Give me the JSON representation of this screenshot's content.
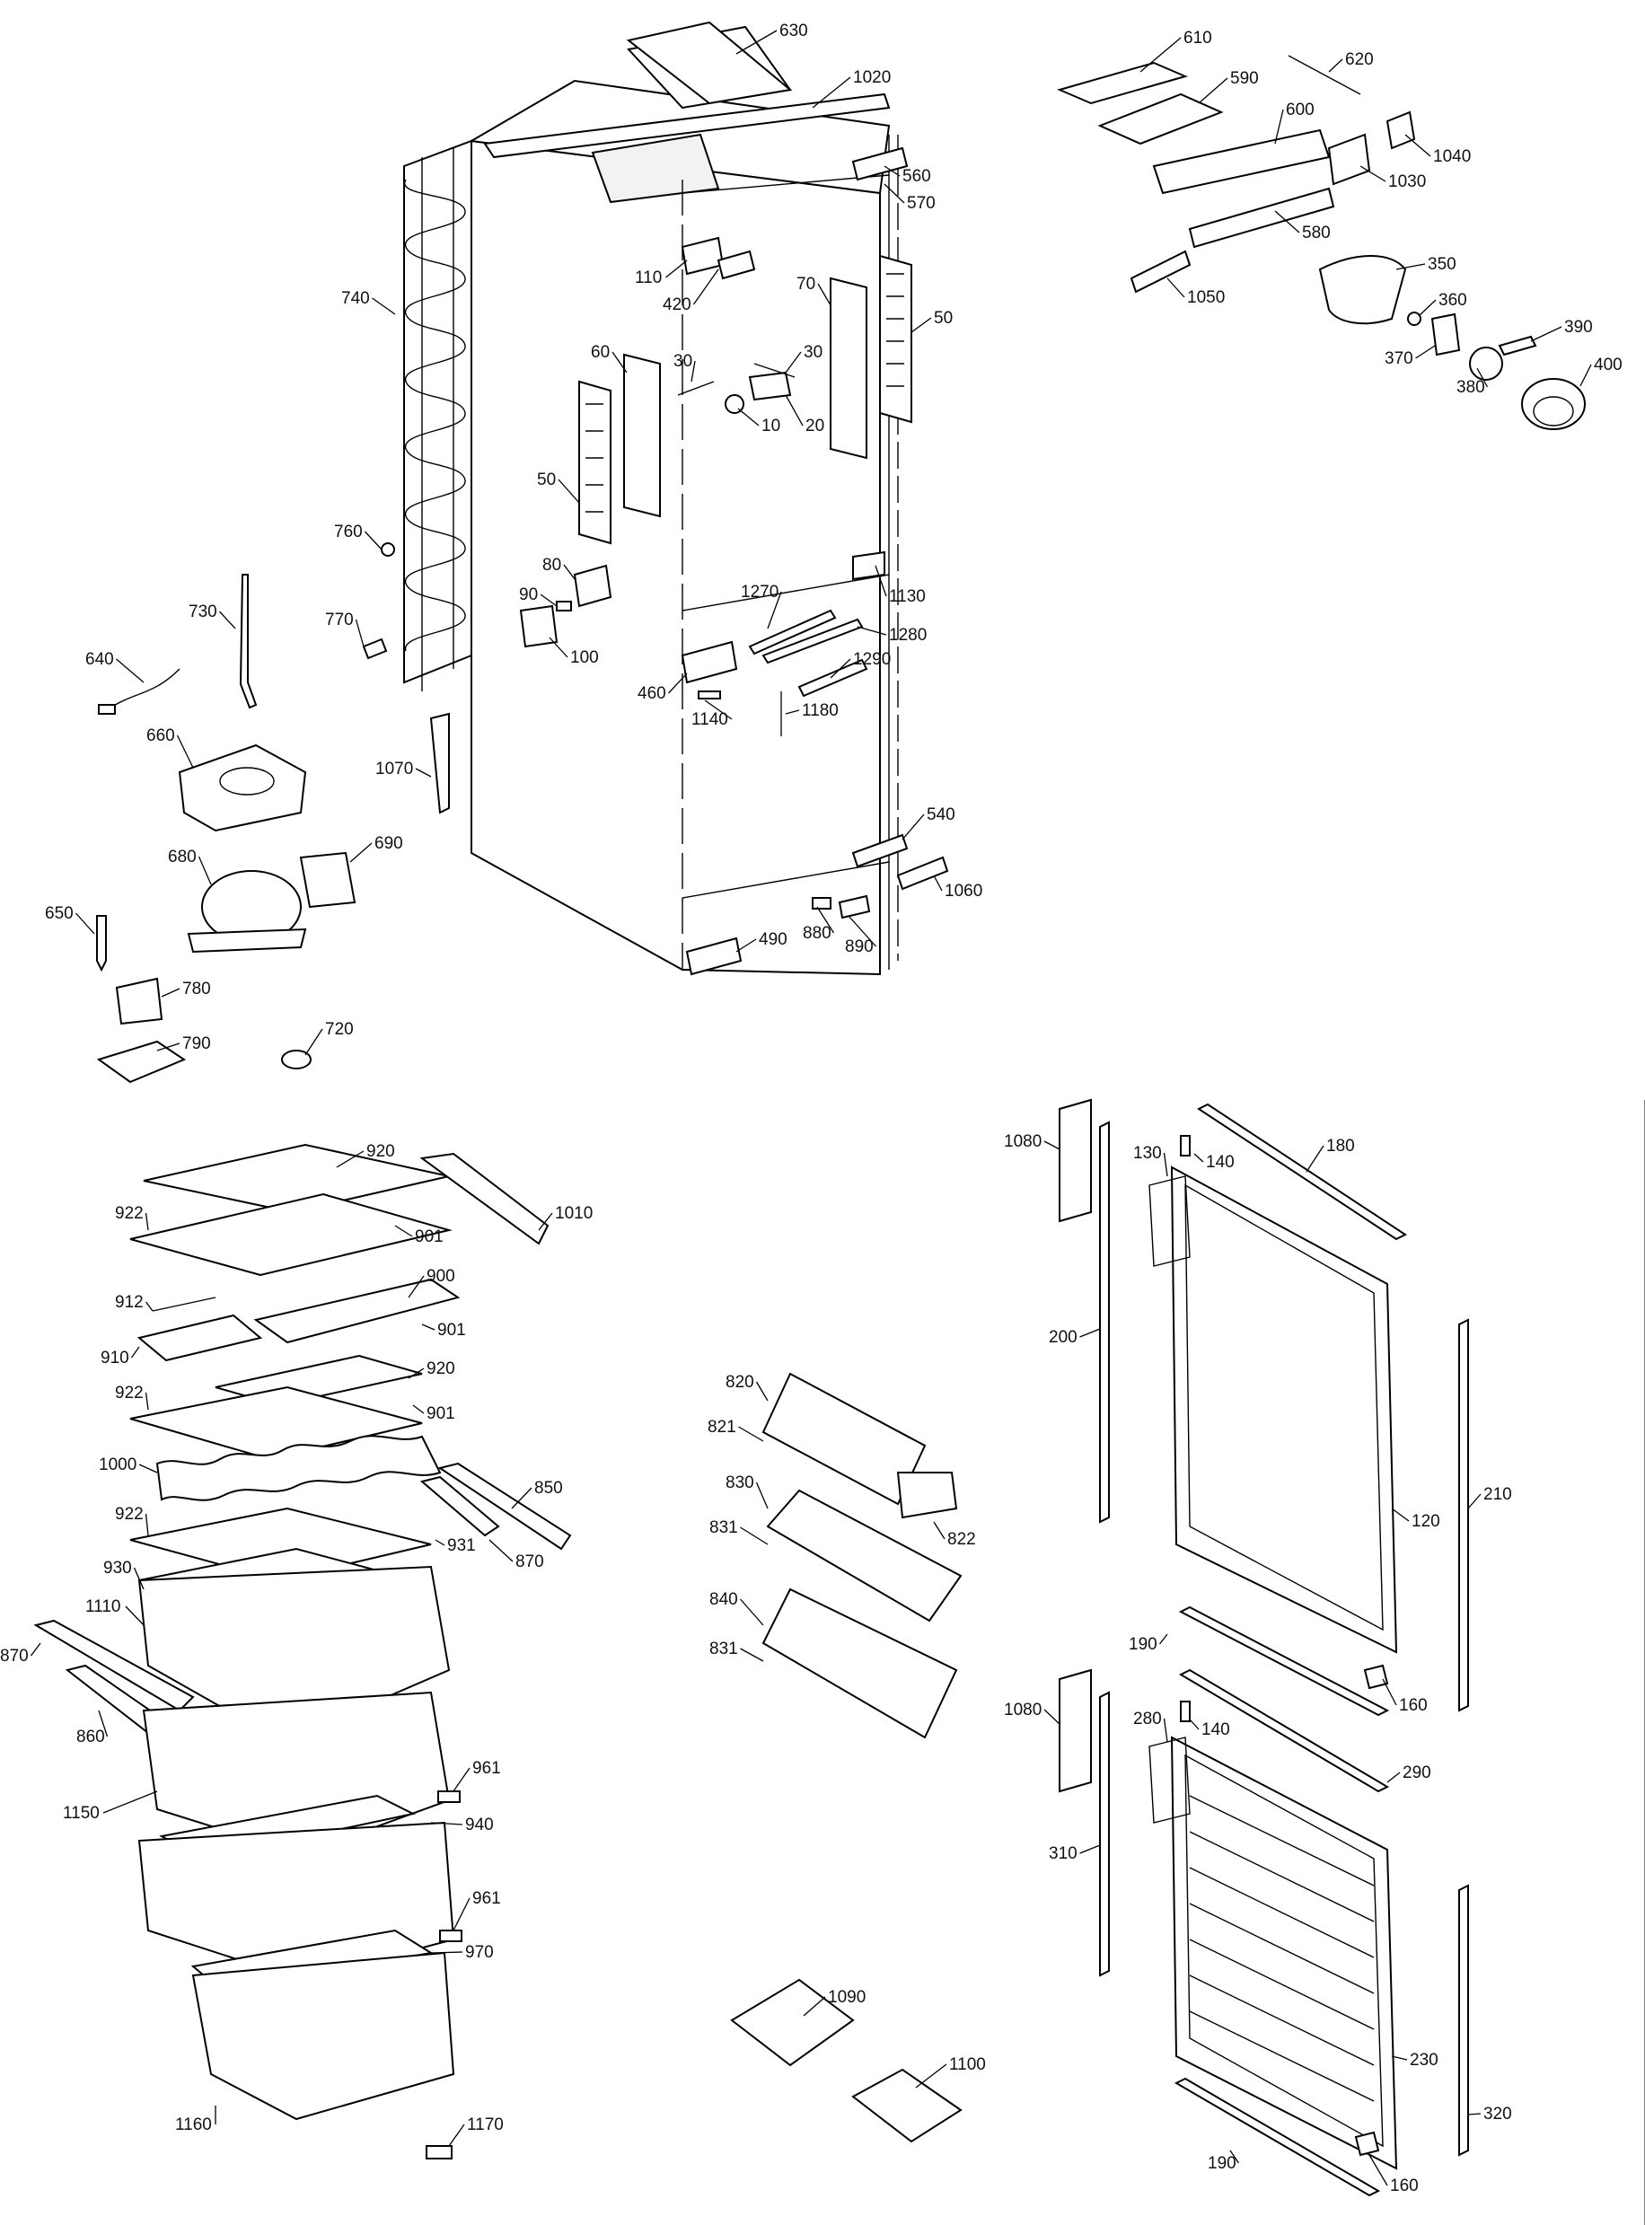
{
  "parts": {
    "10": "10",
    "20": "20",
    "30": "30",
    "50": "50",
    "60": "60",
    "70": "70",
    "80": "80",
    "90": "90",
    "100": "100",
    "110": "110",
    "120": "120",
    "130": "130",
    "140": "140",
    "160": "160",
    "180": "180",
    "190": "190",
    "200": "200",
    "210": "210",
    "230": "230",
    "280": "280",
    "290": "290",
    "310": "310",
    "320": "320",
    "350": "350",
    "360": "360",
    "370": "370",
    "380": "380",
    "390": "390",
    "400": "400",
    "420": "420",
    "460": "460",
    "490": "490",
    "540": "540",
    "560": "560",
    "570": "570",
    "580": "580",
    "590": "590",
    "600": "600",
    "610": "610",
    "620": "620",
    "630": "630",
    "640": "640",
    "650": "650",
    "660": "660",
    "680": "680",
    "690": "690",
    "720": "720",
    "730": "730",
    "740": "740",
    "760": "760",
    "770": "770",
    "780": "780",
    "790": "790",
    "820": "820",
    "821": "821",
    "822": "822",
    "830": "830",
    "831": "831",
    "840": "840",
    "850": "850",
    "860": "860",
    "870": "870",
    "880": "880",
    "890": "890",
    "900": "900",
    "901": "901",
    "910": "910",
    "912": "912",
    "920": "920",
    "922": "922",
    "930": "930",
    "931": "931",
    "940": "940",
    "961": "961",
    "970": "970",
    "1000": "1000",
    "1010": "1010",
    "1020": "1020",
    "1030": "1030",
    "1040": "1040",
    "1050": "1050",
    "1060": "1060",
    "1070": "1070",
    "1080": "1080",
    "1090": "1090",
    "1100": "1100",
    "1110": "1110",
    "1130": "1130",
    "1140": "1140",
    "1150": "1150",
    "1160": "1160",
    "1170": "1170",
    "1180": "1180",
    "1270": "1270",
    "1280": "1280",
    "1290": "1290"
  }
}
